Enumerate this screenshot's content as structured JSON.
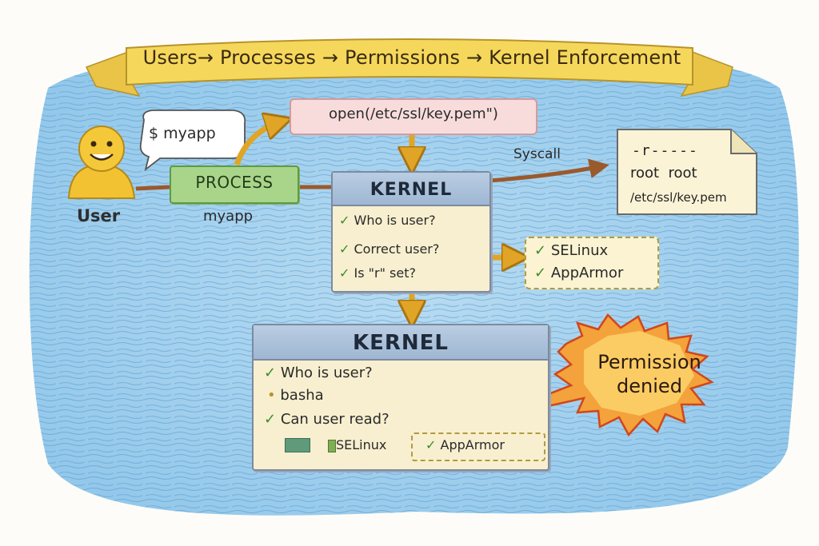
{
  "banner": {
    "title": "Users→ Processes → Permissions → Kernel Enforcement"
  },
  "user": {
    "label": "User",
    "command": "$ myapp"
  },
  "process": {
    "label": "PROCESS",
    "name": "myapp"
  },
  "syscall": {
    "call": "open(/etc/ssl/key.pem\")",
    "label": "Syscall"
  },
  "file": {
    "permissions": "-r-----",
    "owner": "root  root",
    "path": "/etc/ssl/key.pem"
  },
  "kernel_check": {
    "title": "KERNEL",
    "checks": [
      "Who is user?",
      "Correct user?",
      "Is \"r\" set?"
    ]
  },
  "lsm": {
    "items": [
      "SELinux",
      "AppArmor"
    ]
  },
  "kernel_result": {
    "title": "KERNEL",
    "who": "Who is user?",
    "user": "basha",
    "can_read": "Can user read?",
    "modules": [
      "SELinux",
      "AppArmor"
    ]
  },
  "result": {
    "line1": "Permission",
    "line2": "denied"
  },
  "colors": {
    "water": "#8cc3e6",
    "banner": "#f2d55a",
    "process": "#a9d58a",
    "kernel_header": "#a9c0da",
    "kernel_body": "#f7efcf",
    "check": "#3d8b2a",
    "burst": "#f08a3a"
  },
  "icons": {
    "user": "smiley-face-icon",
    "check": "check-mark-icon",
    "burst": "explosion-burst-icon",
    "doc": "document-icon"
  }
}
